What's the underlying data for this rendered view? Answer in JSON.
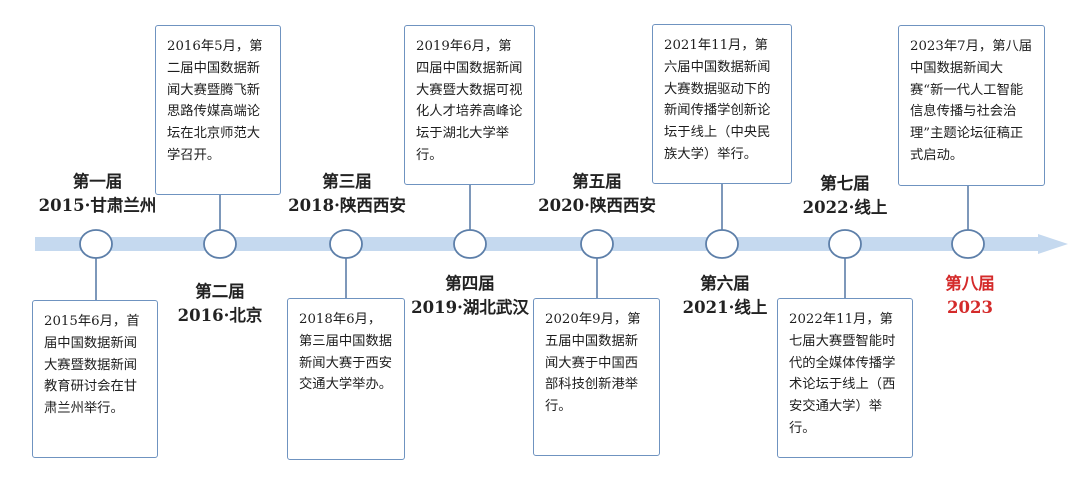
{
  "colors": {
    "axis": "#c5d9ef",
    "node_stroke": "#5d7fa9",
    "box_border": "#6f93c0",
    "highlight": "#d42a2a",
    "text": "#222222"
  },
  "events": [
    {
      "edition": "第一届",
      "year_place": "2015·甘肃兰州",
      "description": "2015年6月，首届中国数据新闻大赛暨数据新闻教育研讨会在甘肃兰州举行。"
    },
    {
      "edition": "第二届",
      "year_place": "2016·北京",
      "description": "2016年5月，第二届中国数据新闻大赛暨腾飞新思路传媒高端论坛在北京师范大学召开。"
    },
    {
      "edition": "第三届",
      "year_place": "2018·陕西西安",
      "description": "2018年6月，第三届中国数据新闻大赛于西安交通大学举办。"
    },
    {
      "edition": "第四届",
      "year_place": "2019·湖北武汉",
      "description": "2019年6月，第四届中国数据新闻大赛暨大数据可视化人才培养高峰论坛于湖北大学举行。"
    },
    {
      "edition": "第五届",
      "year_place": "2020·陕西西安",
      "description": "2020年9月，第五届中国数据新闻大赛于中国西部科技创新港举行。"
    },
    {
      "edition": "第六届",
      "year_place": "2021·线上",
      "description": "2021年11月，第六届中国数据新闻大赛数据驱动下的新闻传播学创新论坛于线上（中央民族大学）举行。"
    },
    {
      "edition": "第七届",
      "year_place": "2022·线上",
      "description": "2022年11月，第七届大赛暨智能时代的全媒体传播学术论坛于线上（西安交通大学）举行。"
    },
    {
      "edition": "第八届",
      "year_place": "2023",
      "description": "2023年7月，第八届中国数据新闻大赛“新一代人工智能信息传播与社会治理”主题论坛征稿正式启动。",
      "current": true
    }
  ]
}
